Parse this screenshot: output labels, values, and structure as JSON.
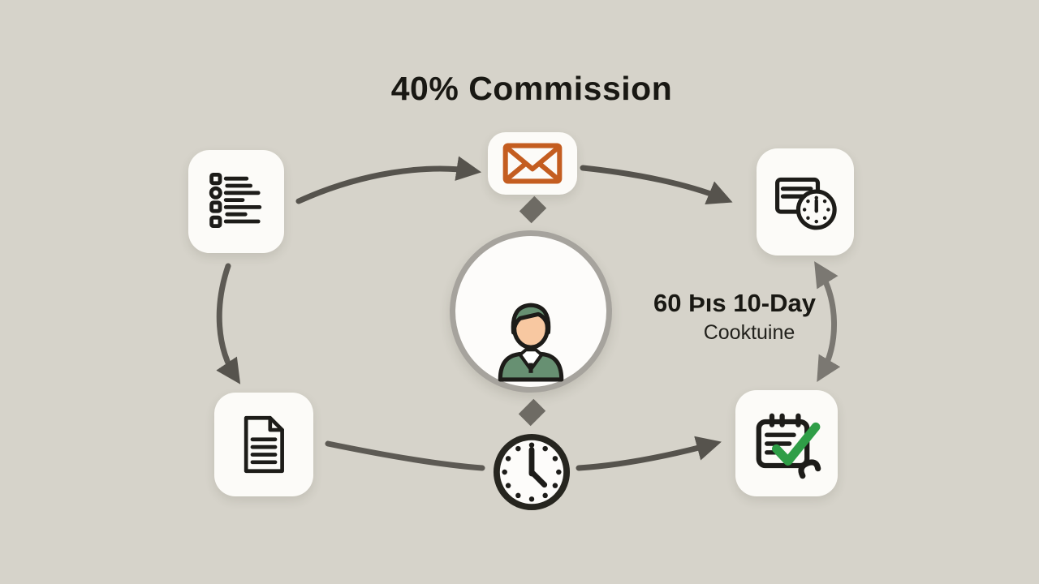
{
  "title": "40% Commission",
  "note": {
    "line1": "60 Þıs 10-Day",
    "line2": "Cooktuine"
  },
  "colors": {
    "background": "#d6d3ca",
    "card": "#fcfbf8",
    "ink": "#1d1c19",
    "arrow_dark": "#56534d",
    "arrow_light": "#7b7872",
    "diamond_gray": "#6e6b64",
    "circle_border": "#a6a39d",
    "envelope_orange": "#c45d20",
    "check_green": "#2f9e47",
    "avatar_green": "#679072",
    "avatar_skin": "#f8c8a1"
  },
  "icons": {
    "top_left": "checklist-icon",
    "top_center": "envelope-icon",
    "top_right": "document-clock-icon",
    "center": "person-avatar-icon",
    "bottom_left": "document-icon",
    "bottom_center": "clock-icon",
    "bottom_right": "notepad-check-icon"
  }
}
